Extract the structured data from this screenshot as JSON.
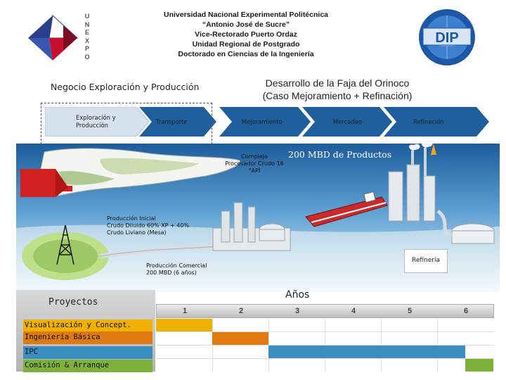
{
  "header": {
    "lines": [
      "Universidad Nacional Experimental Politécnica",
      "“Antonio José de Sucre”",
      "Vice-Rectorado Puerto Ordaz",
      "Unidad Regional de Postgrado",
      "Doctorado en Ciencias de la Ingeniería"
    ],
    "unexpo_letters": [
      "U",
      "N",
      "E",
      "X",
      "P",
      "O"
    ],
    "dip_logo_text": "DIP"
  },
  "titles": {
    "left": "Negocio Exploración y Producción",
    "right_line1": "Desarrollo de la Faja del Orinoco",
    "right_line2": "(Caso Mejoramiento + Refinación)"
  },
  "value_chain": {
    "stages": [
      {
        "label": "Exploración y Producción"
      },
      {
        "label": "Transporte"
      },
      {
        "label": "Mejoramiento"
      },
      {
        "label": "Mercadeo"
      },
      {
        "label": "Refinación"
      }
    ],
    "colors": {
      "light": "#d6e3ee",
      "dark": "#1f5f9e"
    }
  },
  "scene": {
    "complex_label": "Complejo Procesador Crudo 16 °API",
    "products_label": "200 MBD de Productos",
    "initial_production": [
      "Producción Inicial",
      "Crudo Diluido 60% XP + 40%",
      "Crudo Liviano (Mesa)"
    ],
    "commercial_production": [
      "Producción Comercial",
      "200 MBD (6 años)"
    ],
    "refinery_label": "Refinería"
  },
  "gantt": {
    "axis_label": "Años",
    "projects_label": "Proyectos",
    "years": [
      "1",
      "2",
      "3",
      "4",
      "5",
      "6"
    ],
    "rows": [
      {
        "label": "Visualización y Concept.",
        "color": "#f0b000",
        "start": 0,
        "end": 1
      },
      {
        "label": "Ingeniería Básica",
        "color": "#e07a10",
        "start": 1,
        "end": 2
      },
      {
        "label": "IPC",
        "color": "#3a8fc0",
        "start": 2,
        "end": 5.5
      },
      {
        "label": "Comisión & Arranque",
        "color": "#7db23a",
        "start": 5.5,
        "end": 6
      }
    ]
  }
}
